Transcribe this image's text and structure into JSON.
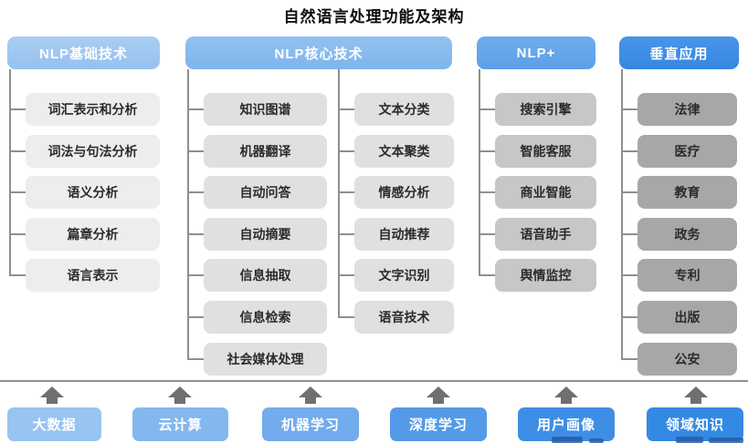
{
  "title": "自然语言处理功能及架构",
  "columns": [
    {
      "header": "NLP基础技术",
      "items": [
        "词汇表示和分析",
        "词法与句法分析",
        "语义分析",
        "篇章分析",
        "语言表示"
      ]
    },
    {
      "header": "NLP核心技术",
      "items_left": [
        "知识图谱",
        "机器翻译",
        "自动问答",
        "自动摘要",
        "信息抽取",
        "信息检索",
        "社会媒体处理"
      ],
      "items_right": [
        "文本分类",
        "文本聚类",
        "情感分析",
        "自动推荐",
        "文字识别",
        "语音技术"
      ]
    },
    {
      "header": "NLP+",
      "items": [
        "搜索引擎",
        "智能客服",
        "商业智能",
        "语音助手",
        "舆情监控"
      ]
    },
    {
      "header": "垂直应用",
      "items": [
        "法律",
        "医疗",
        "教育",
        "政务",
        "专利",
        "出版",
        "公安"
      ]
    }
  ],
  "foundation": {
    "items": [
      "大数据",
      "云计算",
      "机器学习",
      "深度学习",
      "用户画像",
      "领域知识"
    ]
  },
  "colors": {
    "header_light_blue": "#9fc7f0",
    "header_mid_blue": "#64a6ea",
    "header_dark_blue": "#3c8de6",
    "item_gray_light": "#ededed",
    "item_gray_mid": "#c7c7c7",
    "item_gray_dark": "#a7a7a7",
    "connector_gray": "#8f8f8f",
    "arrow_gray": "#6f6f6f",
    "foundation_blue_start": "#97c4f1",
    "foundation_blue_end": "#338ae3",
    "text_dark": "#2b2b2b",
    "text_white": "#ffffff"
  }
}
